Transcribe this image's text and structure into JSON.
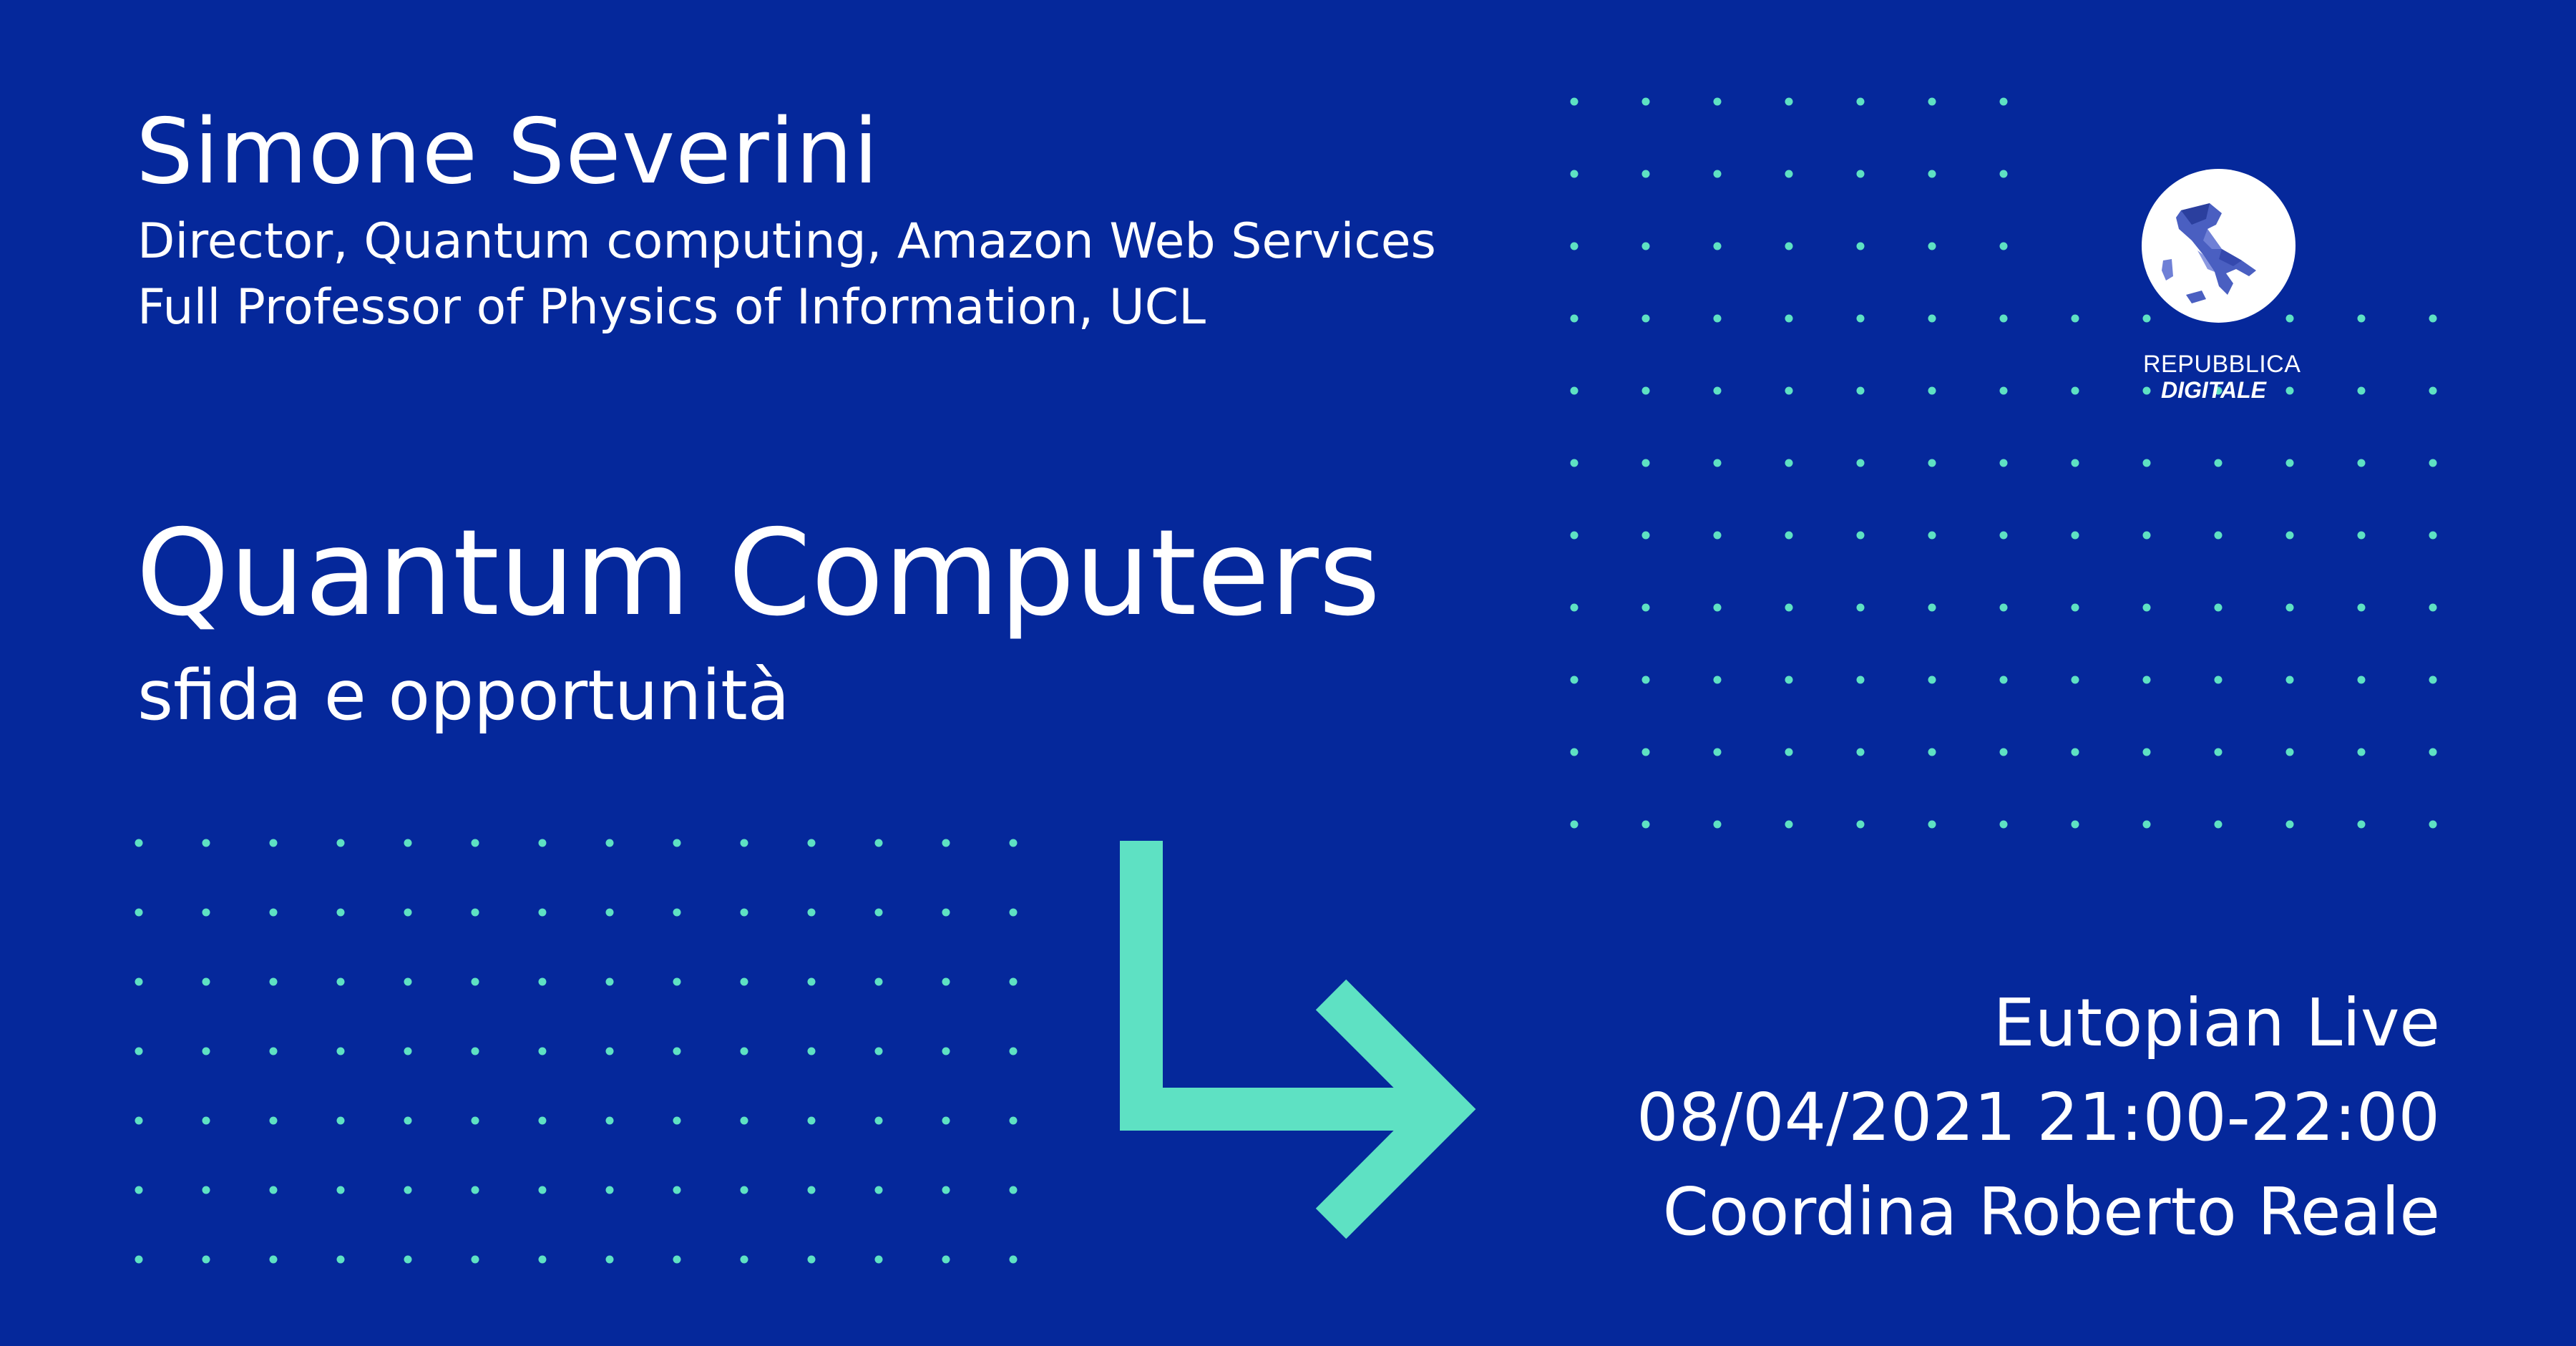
{
  "speaker": {
    "name": "Simone Severini",
    "role_1": "Director, Quantum computing, Amazon Web Services",
    "role_2": "Full Professor of Physics of Information, UCL"
  },
  "talk": {
    "title": "Quantum Computers",
    "subtitle": "sfida e opportunità"
  },
  "event": {
    "name": "Eutopian Live",
    "datetime": "08/04/2021 21:00-22:00",
    "host": "Coordina Roberto Reale"
  },
  "logo": {
    "line_1": "REPUBBLICA",
    "line_2": "DIGITALE",
    "icon": "italy-map-icon"
  },
  "decor": {
    "arrow_icon": "arrow-down-right-icon"
  },
  "colors": {
    "background": "#05289b",
    "accent": "#5ee1c3",
    "text": "#ffffff"
  }
}
